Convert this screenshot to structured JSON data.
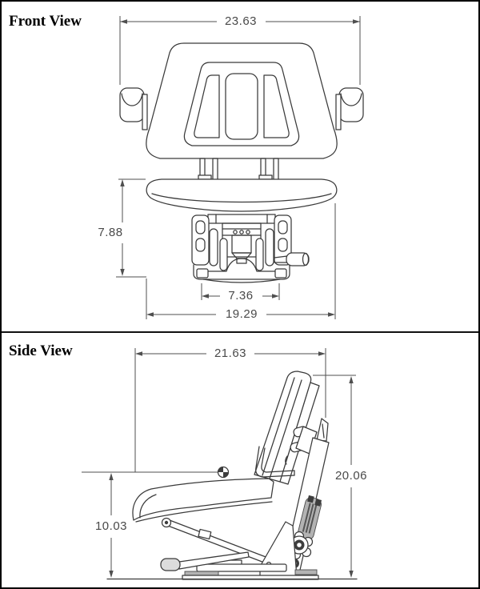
{
  "sheet": {
    "front_view": {
      "title": "Front View",
      "dimensions": {
        "overall_width": "23.63",
        "seat_height": "7.88",
        "base_width": "7.36",
        "cushion_width": "19.29"
      }
    },
    "side_view": {
      "title": "Side View",
      "dimensions": {
        "overall_depth": "21.63",
        "overall_height": "20.06",
        "cushion_height": "10.03"
      }
    },
    "colors": {
      "background": "#ffffff",
      "border": "#000000",
      "drawing_line": "#3a3a3a",
      "dimension_line": "#4a4a4a",
      "metal_fill": "#b3b3b3"
    }
  }
}
